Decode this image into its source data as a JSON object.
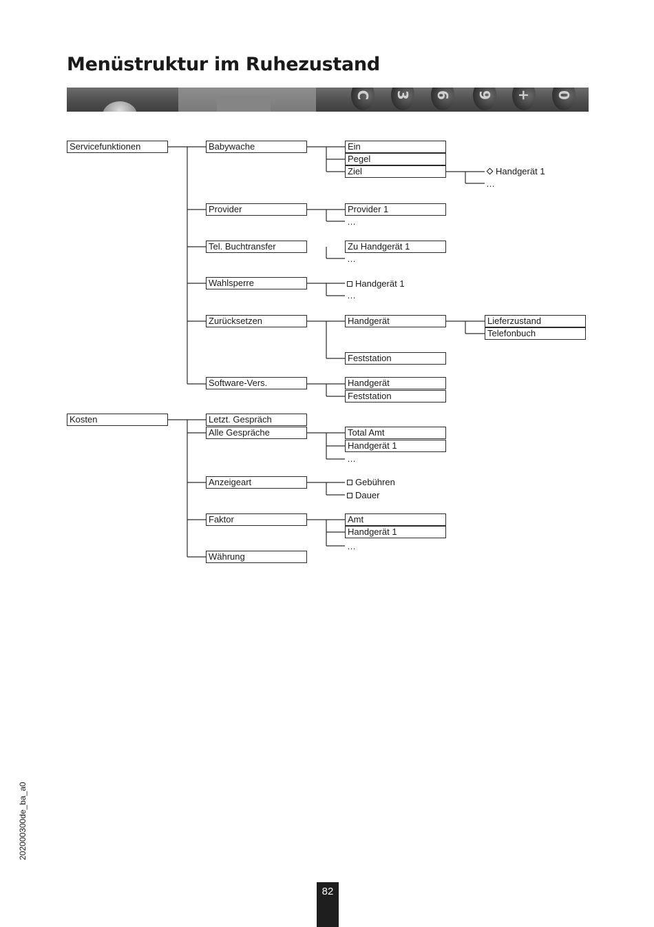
{
  "title": "Menüstruktur im Ruhezustand",
  "banner_keys": [
    "C",
    "3",
    "6",
    "9",
    "+",
    "0"
  ],
  "menu": {
    "servicefunktionen": "Servicefunktionen",
    "babywache": "Babywache",
    "ein": "Ein",
    "pegel": "Pegel",
    "ziel": "Ziel",
    "ziel_handgeraet1": "Handgerät 1",
    "ziel_more": "…",
    "provider": "Provider",
    "provider1": "Provider 1",
    "provider_more": "…",
    "buchtransfer": "Tel. Buchtransfer",
    "zu_handgeraet1": "Zu Handgerät 1",
    "buchtransfer_more": "…",
    "wahlsperre": "Wahlsperre",
    "wahlsperre_handgeraet1": "Handgerät 1",
    "wahlsperre_more": "…",
    "zuruecksetzen": "Zurücksetzen",
    "zs_handgeraet": "Handgerät",
    "lieferzustand": "Lieferzustand",
    "telefonbuch": "Telefonbuch",
    "zs_feststation": "Feststation",
    "software": "Software-Vers.",
    "sw_handgeraet": "Handgerät",
    "sw_feststation": "Feststation",
    "kosten": "Kosten",
    "letzt_gespraech": "Letzt. Gespräch",
    "alle_gespraeche": "Alle Gespräche",
    "total_amt": "Total Amt",
    "ag_handgeraet1": "Handgerät 1",
    "ag_more": "…",
    "anzeigeart": "Anzeigeart",
    "gebuehren": "Gebühren",
    "dauer": "Dauer",
    "faktor": "Faktor",
    "amt": "Amt",
    "faktor_handgeraet1": "Handgerät 1",
    "faktor_more": "…",
    "waehrung": "Währung"
  },
  "side_code": "202000300de_ba_a0",
  "page_number": "82"
}
